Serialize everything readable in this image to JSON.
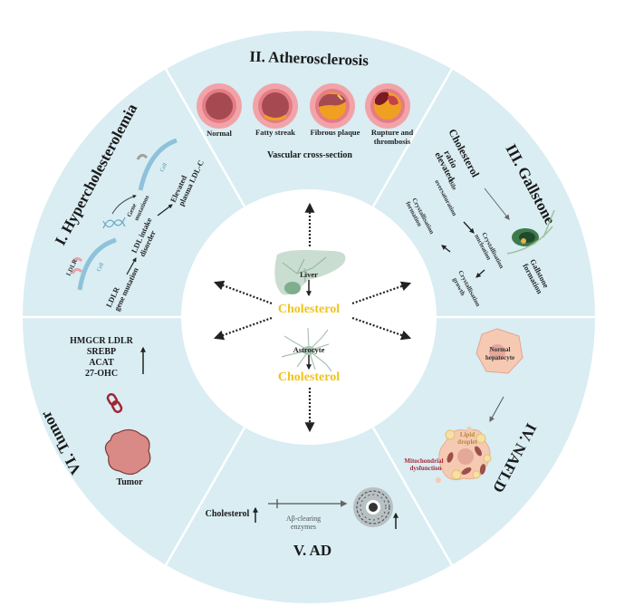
{
  "center": {
    "organ1": "Liver",
    "product1": "Cholesterol",
    "organ2": "Astrocyte",
    "product2": "Cholesterol"
  },
  "sections": {
    "s1": {
      "title": "I. Hyperchol esterolemia",
      "title_full": "I. Hypercholesterolemia",
      "receptor": "LDLR",
      "cell_label_1": "Cell",
      "cell_label_2": "Cell",
      "step1a": "LDLR",
      "step1b": "gene mutation",
      "step2a": "LDL intake",
      "step2b": "disorder",
      "step3a": "Elevated",
      "step3b": "plasma LDL-C",
      "gene_a": "Gene",
      "gene_b": "mutations"
    },
    "s2": {
      "title": "II. Atherosclerosis",
      "stages": [
        "Normal",
        "Fatty streak",
        "Fibrous plaque",
        "Rupture and",
        "thrombosis"
      ],
      "caption": "Vascular cross-section"
    },
    "s3": {
      "title": "III. Gallstone",
      "ratio_a": "Cholesterol",
      "ratio_b": "ratio",
      "ratio_c": "elevated",
      "bile_a": "Bile",
      "bile_b": "oversaturation",
      "nuc_a": "Crystallisation",
      "nuc_b": "nucleation",
      "growth_a": "Crystallisation",
      "growth_b": "growth",
      "form_a": "Crystallisation",
      "form_b": "formation",
      "gall_a": "Gallstone",
      "gall_b": "formation"
    },
    "s4": {
      "title": "IV. NAFLD",
      "normal_a": "Normal",
      "normal_b": "hepatocyte",
      "lipid_a": "Lipid",
      "lipid_b": "droplet",
      "mito_a": "Mitochondrial",
      "mito_b": "dysfunction"
    },
    "s5": {
      "title": "V. AD",
      "cholesterol": "Cholesterol",
      "enzyme_a": "Aβ-clearing",
      "enzyme_b": "enzymes"
    },
    "s6": {
      "title": "VI. Tumor",
      "genes_line1": "HMGCR   LDLR",
      "genes_line2": "SREBP",
      "genes_line3": "ACAT",
      "genes_line4": "27-OHC",
      "tumor": "Tumor"
    }
  },
  "colors": {
    "ring": "#d9edf3",
    "divider": "#ffffff",
    "cholesterol": "#f0c419",
    "vessel_outer": "#f2a3a8",
    "vessel_inner": "#e06a75",
    "vessel_lumen": "#a64a52",
    "plaque": "#f0a020",
    "liver": "#c9ddd0"
  }
}
